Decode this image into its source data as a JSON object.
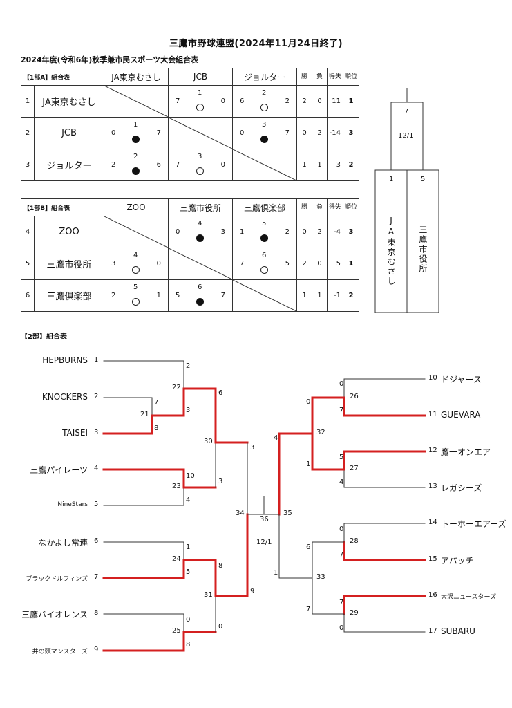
{
  "title": "三鷹市野球連盟(2024年11月24日終了)",
  "subtitle": "2024年度(令和6年)秋季兼市民スポーツ大会組合表",
  "league_a": {
    "header_label": "【1部A】組合表",
    "teams": [
      "JA東京むさし",
      "JCB",
      "ジョルター"
    ],
    "col_win": "勝",
    "col_loss": "負",
    "col_diff": "得失",
    "col_rank": "順位",
    "rows": [
      {
        "no": "1",
        "team": "JA東京むさし",
        "win": "2",
        "loss": "0",
        "diff": "11",
        "rank": "1",
        "cells": [
          null,
          {
            "game": "1",
            "left": "7",
            "right": "0",
            "result": "win"
          },
          {
            "game": "2",
            "left": "6",
            "right": "2",
            "result": "win"
          }
        ]
      },
      {
        "no": "2",
        "team": "JCB",
        "win": "0",
        "loss": "2",
        "diff": "-14",
        "rank": "3",
        "cells": [
          {
            "game": "1",
            "left": "0",
            "right": "7",
            "result": "loss"
          },
          null,
          {
            "game": "3",
            "left": "0",
            "right": "7",
            "result": "loss"
          }
        ]
      },
      {
        "no": "3",
        "team": "ジョルター",
        "win": "1",
        "loss": "1",
        "diff": "3",
        "rank": "2",
        "cells": [
          {
            "game": "2",
            "left": "2",
            "right": "6",
            "result": "loss"
          },
          {
            "game": "3",
            "left": "7",
            "right": "0",
            "result": "win"
          },
          null
        ]
      }
    ]
  },
  "league_b": {
    "header_label": "【1部B】組合表",
    "teams": [
      "ZOO",
      "三鷹市役所",
      "三鷹倶楽部"
    ],
    "col_win": "勝",
    "col_loss": "負",
    "col_diff": "得失",
    "col_rank": "順位",
    "rows": [
      {
        "no": "4",
        "team": "ZOO",
        "win": "0",
        "loss": "2",
        "diff": "-4",
        "rank": "3",
        "cells": [
          null,
          {
            "game": "4",
            "left": "0",
            "right": "3",
            "result": "loss"
          },
          {
            "game": "5",
            "left": "1",
            "right": "2",
            "result": "loss"
          }
        ]
      },
      {
        "no": "5",
        "team": "三鷹市役所",
        "win": "2",
        "loss": "0",
        "diff": "5",
        "rank": "1",
        "cells": [
          {
            "game": "4",
            "left": "3",
            "right": "0",
            "result": "win"
          },
          null,
          {
            "game": "6",
            "left": "7",
            "right": "5",
            "result": "win"
          }
        ]
      },
      {
        "no": "6",
        "team": "三鷹倶楽部",
        "win": "1",
        "loss": "1",
        "diff": "-1",
        "rank": "2",
        "cells": [
          {
            "game": "5",
            "left": "2",
            "right": "1",
            "result": "win"
          },
          {
            "game": "6",
            "left": "5",
            "right": "7",
            "result": "loss"
          },
          null
        ]
      }
    ]
  },
  "final1": {
    "game": "7",
    "date": "12/1",
    "left_score": "1",
    "right_score": "5",
    "left_team": "JA東京むさし",
    "right_team": "三鷹市役所"
  },
  "section2_label": "【2部】組合表",
  "bracket": {
    "left_teams": [
      {
        "no": "1",
        "name": "HEPBURNS"
      },
      {
        "no": "2",
        "name": "KNOCKERS"
      },
      {
        "no": "3",
        "name": "TAISEI"
      },
      {
        "no": "4",
        "name": "三鷹パイレーツ"
      },
      {
        "no": "5",
        "name": "NineStars"
      },
      {
        "no": "6",
        "name": "なかよし常連"
      },
      {
        "no": "7",
        "name": "ブラックドルフィンズ"
      },
      {
        "no": "8",
        "name": "三鷹バイオレンス"
      },
      {
        "no": "9",
        "name": "井の頭マンスターズ"
      }
    ],
    "right_teams": [
      {
        "no": "10",
        "name": "ドジャース"
      },
      {
        "no": "11",
        "name": "GUEVARA"
      },
      {
        "no": "12",
        "name": "鷹一オンエア"
      },
      {
        "no": "13",
        "name": "レガシーズ"
      },
      {
        "no": "14",
        "name": "トーホーエアーズ"
      },
      {
        "no": "15",
        "name": "アパッチ"
      },
      {
        "no": "16",
        "name": "大沢ニュースターズ"
      },
      {
        "no": "17",
        "name": "SUBARU"
      }
    ],
    "left_games": {
      "g21": {
        "game": "21",
        "top": "7",
        "bottom": "8"
      },
      "g22": {
        "game": "22",
        "top": "2",
        "bottom": "3"
      },
      "g23": {
        "game": "23",
        "top": "10",
        "bottom": "4"
      },
      "g24": {
        "game": "24",
        "top": "1",
        "bottom": "5"
      },
      "g25": {
        "game": "25",
        "top": "0",
        "bottom": "8"
      },
      "g30": {
        "game": "30",
        "top": "6",
        "bottom": "3"
      },
      "g31": {
        "game": "31",
        "top": "8",
        "bottom": "0"
      },
      "g34": {
        "game": "34",
        "top": "3",
        "bottom": "9"
      }
    },
    "right_games": {
      "g26": {
        "game": "26",
        "top": "0",
        "bottom": "7"
      },
      "g27": {
        "game": "27",
        "top": "5",
        "bottom": "4"
      },
      "g28": {
        "game": "28",
        "top": "0",
        "bottom": "7"
      },
      "g29": {
        "game": "29",
        "top": "7",
        "bottom": "0"
      },
      "g32": {
        "game": "32",
        "top": "0",
        "bottom": "1"
      },
      "g33": {
        "game": "33",
        "top": "6",
        "bottom": "7"
      },
      "g35": {
        "game": "35",
        "top": "4",
        "bottom": "1"
      }
    },
    "final": {
      "game": "36",
      "date": "12/1"
    }
  },
  "colors": {
    "winner_line": "#d42020",
    "line": "#333333"
  }
}
